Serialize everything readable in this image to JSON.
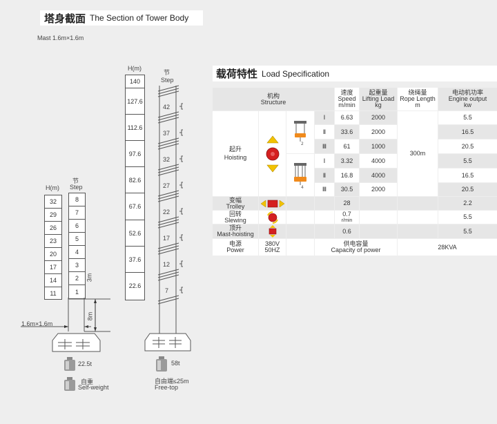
{
  "left": {
    "title_cn": "塔身截面",
    "title_en": "The Section of Tower Body",
    "mast_label": "Mast 1.6m×1.6m",
    "small_tower": {
      "h_label": "H(m)",
      "step_cn": "节",
      "step_en": "Step",
      "heights": [
        "32",
        "29",
        "26",
        "23",
        "20",
        "17",
        "14",
        "11"
      ],
      "steps": [
        "8",
        "7",
        "6",
        "5",
        "4",
        "3",
        "2",
        "1"
      ],
      "dim_3m": "3m",
      "dim_8m": "8m",
      "section_label": "1.6m×1.6m",
      "weight": "22.5t",
      "self_weight_cn": "自重",
      "self_weight_en": "Self-weight"
    },
    "tall_tower": {
      "h_label": "H(m)",
      "step_cn": "节",
      "step_en": "Step",
      "heights": [
        "140",
        "127.6",
        "112.6",
        "97.6",
        "82.6",
        "67.6",
        "52.6",
        "37.6",
        "22.6"
      ],
      "steps": [
        "42",
        "37",
        "32",
        "27",
        "22",
        "17",
        "12",
        "7"
      ],
      "weight": "58t",
      "free_top_cn": "自由端≤25m",
      "free_top_en": "Free-top"
    }
  },
  "right": {
    "title_cn": "载荷特性",
    "title_en": "Load Specification",
    "headers": {
      "structure_cn": "机构",
      "structure_en": "Structure",
      "speed_cn": "速度",
      "speed_en": "Speed",
      "speed_unit": "m/min",
      "load_cn": "起重量",
      "load_en": "Lifting Load",
      "load_unit": "kg",
      "rope_cn": "绕绳量",
      "rope_en": "Rope Length",
      "rope_unit": "m",
      "engine_cn": "电动机功率",
      "engine_en": "Engine output",
      "engine_unit": "kw"
    },
    "hoisting_cn": "起升",
    "hoisting_en": "Hoisting",
    "hoist_rows": [
      {
        "gear": "Ⅰ",
        "speed": "6.63",
        "load": "2000",
        "power": "5.5"
      },
      {
        "gear": "Ⅱ",
        "speed": "33.6",
        "load": "2000",
        "power": "16.5"
      },
      {
        "gear": "Ⅲ",
        "speed": "61",
        "load": "1000",
        "power": "20.5"
      },
      {
        "gear": "Ⅰ",
        "speed": "3.32",
        "load": "4000",
        "power": "5.5"
      },
      {
        "gear": "Ⅱ",
        "speed": "16.8",
        "load": "4000",
        "power": "16.5"
      },
      {
        "gear": "Ⅲ",
        "speed": "30.5",
        "load": "2000",
        "power": "20.5"
      }
    ],
    "hook_single": "2",
    "hook_double": "4",
    "rope_length": "300m",
    "trolley": {
      "cn": "变幅",
      "en": "Trolley",
      "speed": "28",
      "power": "2.2"
    },
    "slewing": {
      "cn": "回转",
      "en": "Slewing",
      "speed": "0.7",
      "unit": "r/min",
      "power": "5.5"
    },
    "mast": {
      "cn": "顶升",
      "en": "Mast-hoisting",
      "speed": "0.6",
      "power": "5.5"
    },
    "power_row": {
      "cn": "电源",
      "en": "Power",
      "voltage": "380V",
      "freq": "50HZ",
      "cap_cn": "供电容量",
      "cap_en": "Capacity of power",
      "cap_value": "28KVA"
    },
    "colors": {
      "arrow_yellow": "#f2c200",
      "button_red": "#d42020",
      "hook_orange": "#f08a1c"
    }
  }
}
